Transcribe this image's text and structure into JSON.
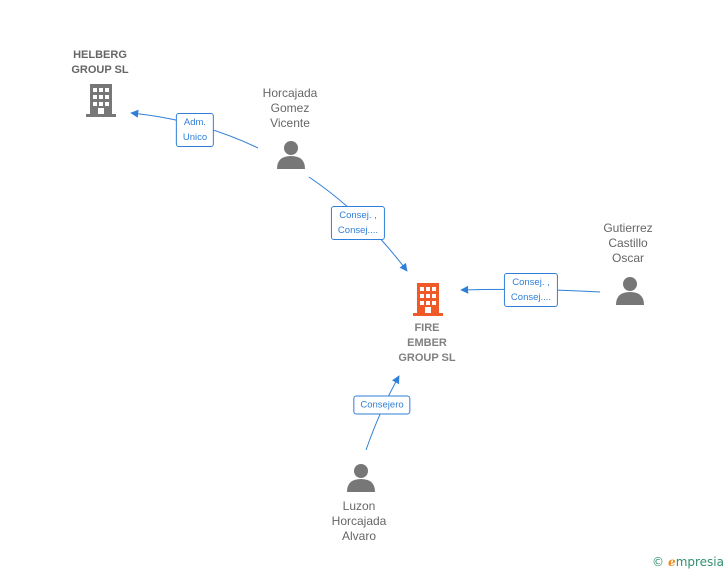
{
  "nodes": {
    "helberg": {
      "label": "HELBERG\nGROUP  SL",
      "type": "company",
      "icon": "building-icon",
      "color": "#777777"
    },
    "fire_ember": {
      "label": "FIRE\nEMBER\nGROUP  SL",
      "type": "company",
      "icon": "building-icon",
      "color": "#f05a28"
    },
    "horcajada": {
      "label": "Horcajada\nGomez\nVicente",
      "type": "person",
      "icon": "person-icon",
      "color": "#777777"
    },
    "gutierrez": {
      "label": "Gutierrez\nCastillo\nOscar",
      "type": "person",
      "icon": "person-icon",
      "color": "#777777"
    },
    "luzon": {
      "label": "Luzon\nHorcajada\nAlvaro",
      "type": "person",
      "icon": "person-icon",
      "color": "#777777"
    }
  },
  "edges": {
    "horcajada_helberg": {
      "label": "Adm.\nUnico"
    },
    "horcajada_fire": {
      "label": "Consej. ,\nConsej...."
    },
    "gutierrez_fire": {
      "label": "Consej. ,\nConsej...."
    },
    "luzon_fire": {
      "label": "Consejero"
    }
  },
  "colors": {
    "edge": "#2f7fd8"
  },
  "brand": {
    "copyright": "©",
    "name_initial": "e",
    "name_rest": "mpresia"
  }
}
